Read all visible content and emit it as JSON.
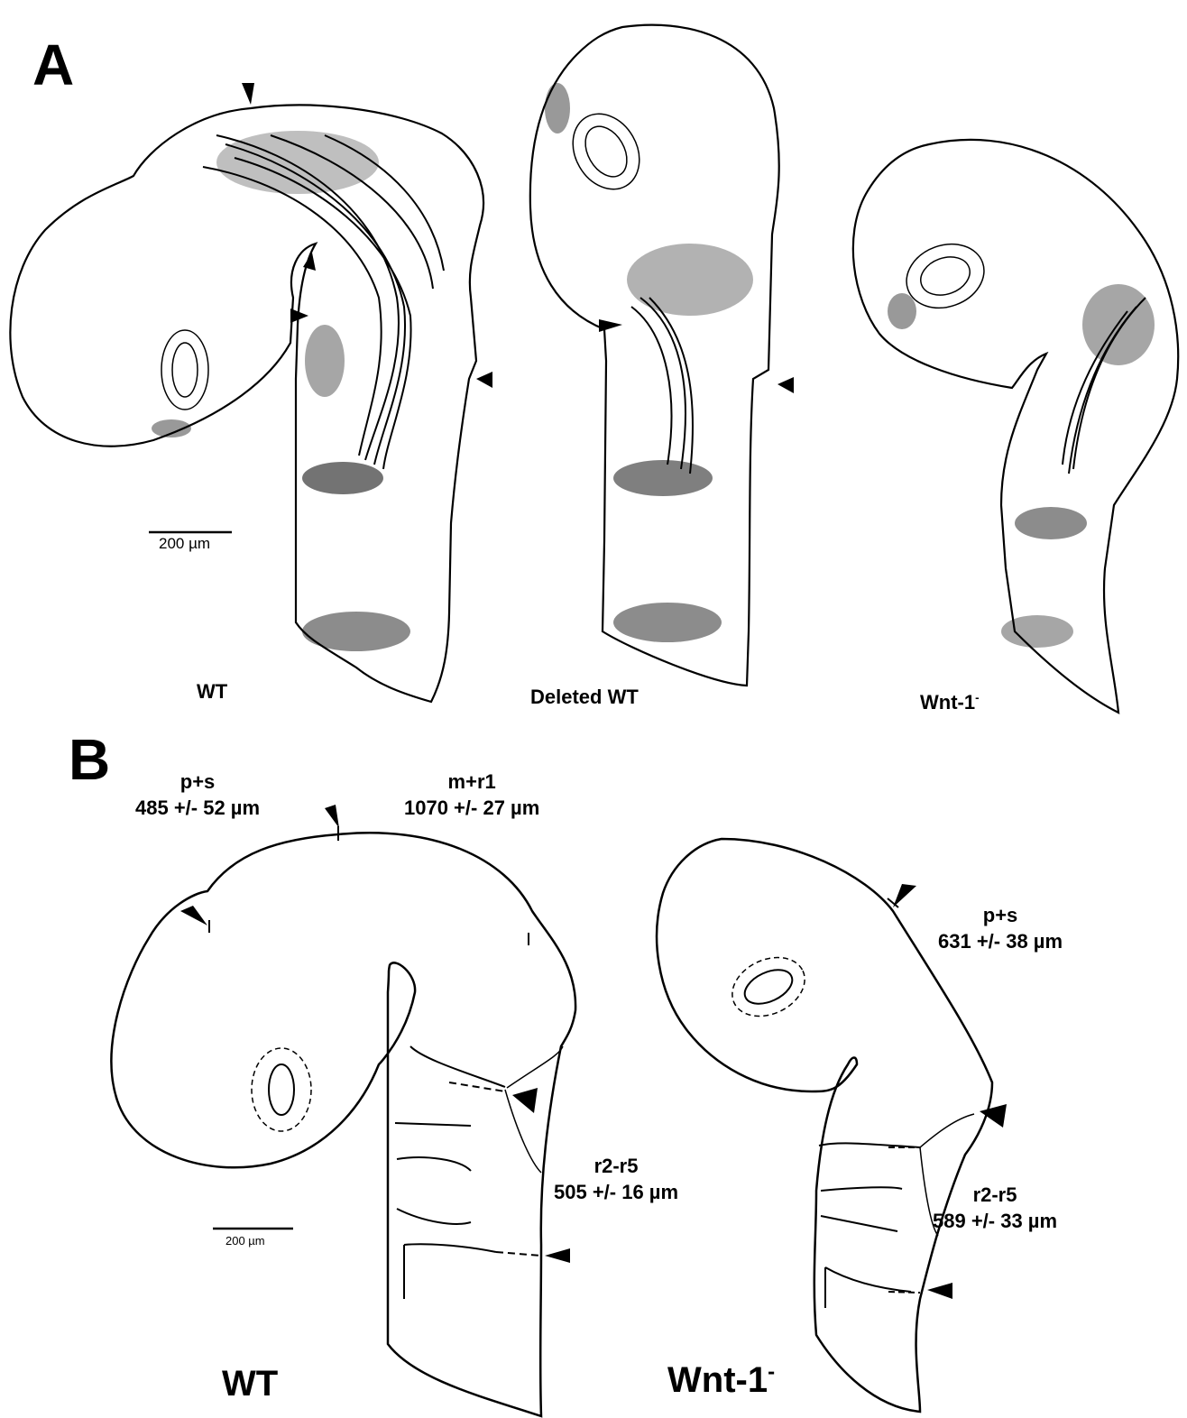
{
  "panels": {
    "a": {
      "letter": "A",
      "labels": {
        "wt": "WT",
        "deleted_wt": "Deleted WT",
        "wnt1_base": "Wnt-1",
        "wnt1_sup": "-"
      },
      "scale_bar": "200 µm"
    },
    "b": {
      "letter": "B",
      "labels": {
        "wt": "WT",
        "wnt1_base": "Wnt-1",
        "wnt1_sup": "-"
      },
      "scale_bar": "200 µm",
      "wt_measurements": {
        "ps_name": "p+s",
        "ps_value": "485 +/- 52 µm",
        "mr1_name": "m+r1",
        "mr1_value": "1070 +/- 27 µm",
        "r25_name": "r2-r5",
        "r25_value": "505 +/- 16 µm"
      },
      "wnt1_measurements": {
        "ps_name": "p+s",
        "ps_value": "631 +/- 38 µm",
        "r25_name": "r2-r5",
        "r25_value": "589 +/- 33 µm"
      }
    }
  }
}
